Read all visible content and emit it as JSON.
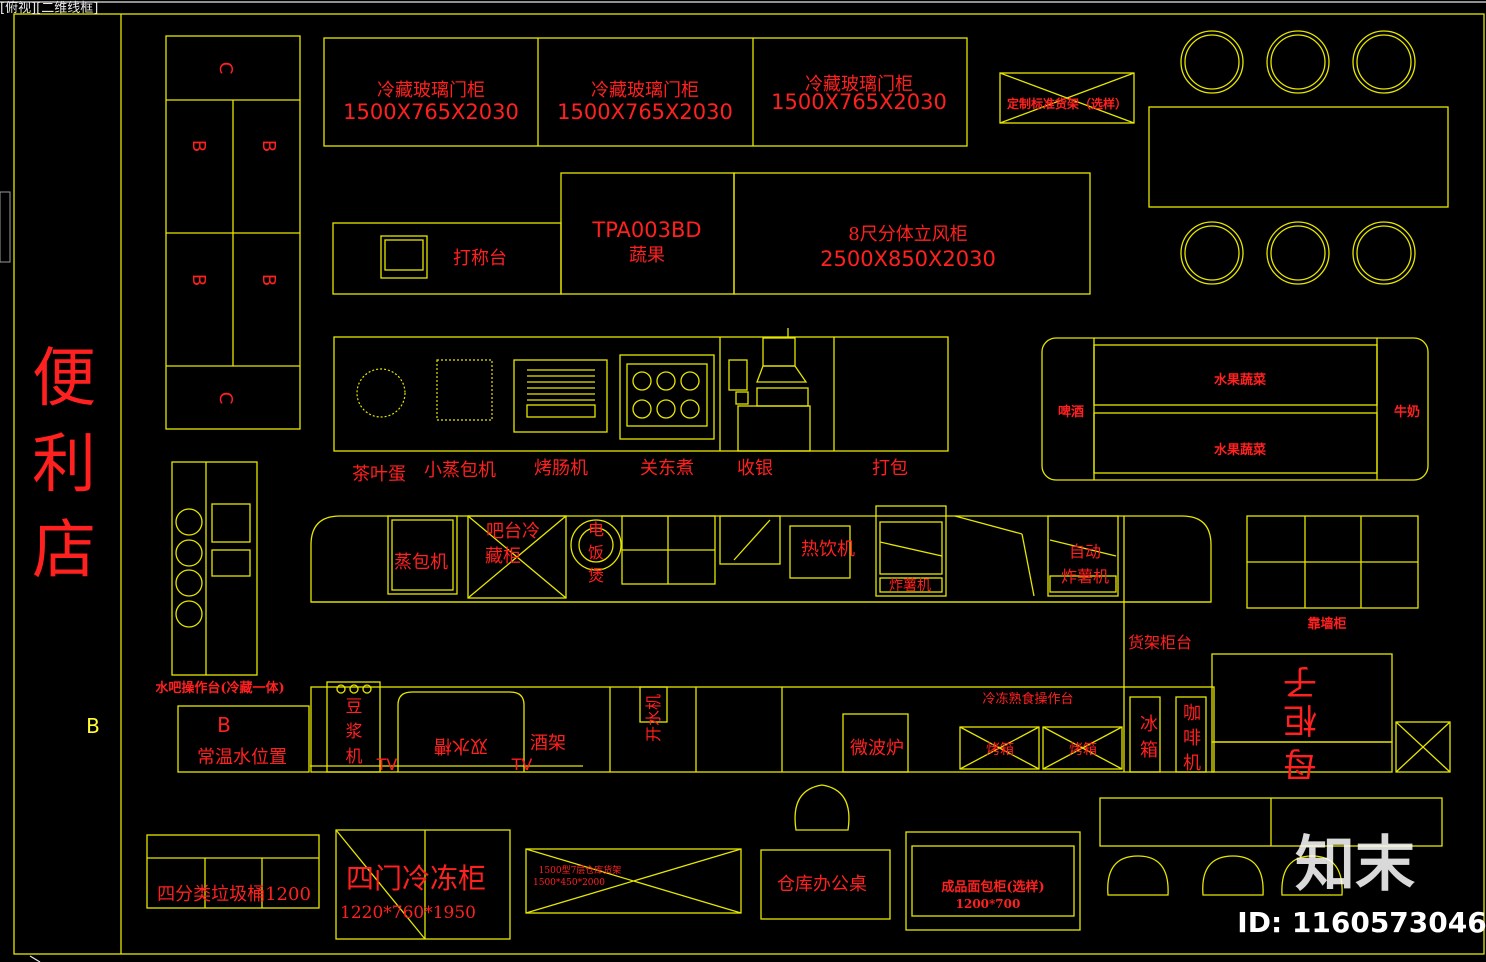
{
  "viewport_label": "[俯视][二维线框]",
  "labels": {
    "store_name": "便利店",
    "left_b": "B",
    "cab_c_top": "C",
    "cab_c_bottom": "C",
    "cab_b1": "B",
    "cab_b2": "B",
    "cab_b3": "B",
    "cab_b4": "B",
    "fridge1_name": "冷藏玻璃门柜",
    "fridge1_size": "1500X765X2030",
    "fridge2_name": "冷藏玻璃门柜",
    "fridge2_size": "1500X765X2030",
    "fridge3_name": "冷藏玻璃门柜",
    "fridge3_size": "1500X765X2030",
    "shelf_custom": "定制标准货架（选样）",
    "weigh": "打称台",
    "tpa_code": "TPA003BD",
    "tpa_name": "蔬果",
    "split_name": "8尺分体立风柜",
    "split_size": "2500X850X2030",
    "tea_egg": "茶叶蛋",
    "bun_steamer": "小蒸包机",
    "sausage": "烤肠机",
    "oden": "关东煮",
    "cashier": "收银",
    "pack": "打包",
    "fruit1": "水果蔬菜",
    "fruit2": "水果蔬菜",
    "beer": "啤酒",
    "milk": "牛奶",
    "steamer": "蒸包机",
    "bar_fridge": "吧台冷藏柜",
    "rice_cooker": "电饭煲",
    "hot_drink": "热饮机",
    "auto_fryer": "自动炸薯机",
    "fryer": "炸薯机",
    "wall_cab": "靠墙柜",
    "water_station": "水吧操作台(冷藏一体)",
    "b_label": "B",
    "room_water": "常温水位置",
    "soy_milk": "豆浆机",
    "double_sink": "双水槽",
    "wine_rack": "酒架",
    "tv1": "TV",
    "tv2": "TV",
    "water_boiler": "开水机",
    "microwave": "微波炉",
    "freeze_op": "冷冻熟食操作台",
    "oven1": "烤箱",
    "oven2": "烤箱",
    "fridge_small": "冰箱",
    "coffee": "咖啡机",
    "mother_cab": "子母柜",
    "shelf_units": "货架柜台",
    "trash": "四分类垃圾桶1200",
    "freezer4_name": "四门冷冻柜",
    "freezer4_size": "1220*760*1950",
    "rack_a": "1500型7层仓库货架",
    "rack_b": "1500*450*2000",
    "office_desk": "仓库办公桌",
    "bread_cab": "成品面包柜(选样)",
    "bread_size": "1200*700",
    "wm_brand": "知末",
    "wm_id": "ID: 1160573046"
  },
  "colors": {
    "background": "#000000",
    "line": "#e6e600",
    "text_red": "#ff2020",
    "text_yellow": "#ffff33",
    "text_white": "#ffffff"
  }
}
